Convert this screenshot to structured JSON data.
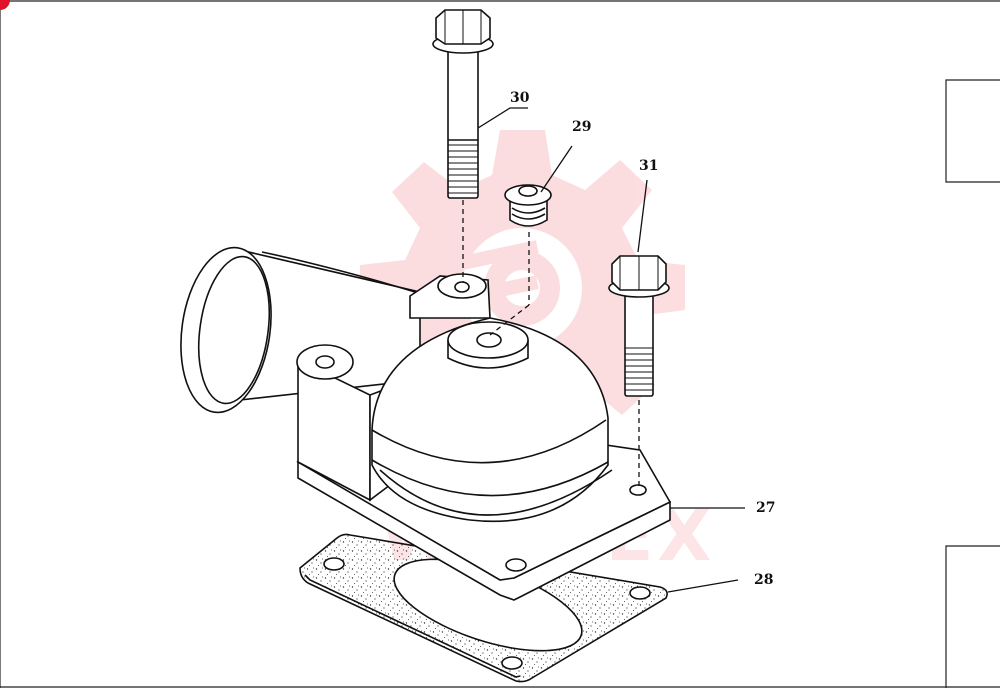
{
  "callouts": {
    "c27": "27",
    "c28": "28",
    "c29": "29",
    "c30": "30",
    "c31": "31"
  },
  "watermark": {
    "text": "WHITEX",
    "color": "#ef3340"
  },
  "colors": {
    "line": "#111111",
    "badge": "#e0112b"
  }
}
